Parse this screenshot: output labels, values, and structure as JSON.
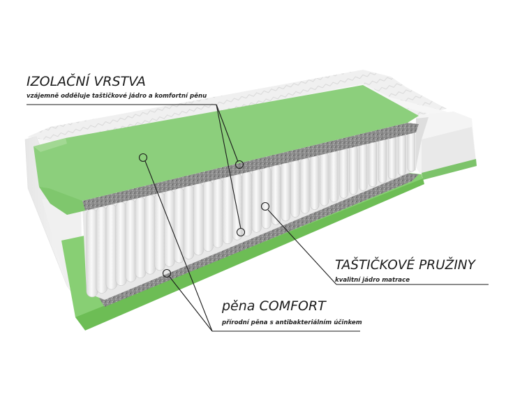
{
  "diagram": {
    "type": "product-cross-section",
    "subject": "mattress",
    "colors": {
      "background": "#ffffff",
      "foam_green": "#8cc97e",
      "foam_green_dark": "#6fbf5a",
      "cover_white": "#f2f2f2",
      "insulation_gray": "#8a8a8a",
      "springs_white": "#ececec",
      "callout_line": "#1a1a1a"
    }
  },
  "callouts": [
    {
      "id": "izolacni-vrstva",
      "title": "IZOLAČNÍ VRSTVA",
      "subtitle": "vzájemně odděluje taštičkové jádro a komfortní pěnu",
      "markers": 2
    },
    {
      "id": "tastickove-pruziny",
      "title": "TAŠTIČKOVÉ PRUŽINY",
      "subtitle": "kvalitní jádro matrace",
      "markers": 1
    },
    {
      "id": "pena-comfort",
      "title": "pěna COMFORT",
      "subtitle": "přírodní pěna s antibakteriálním účinkem",
      "markers": 2
    }
  ]
}
